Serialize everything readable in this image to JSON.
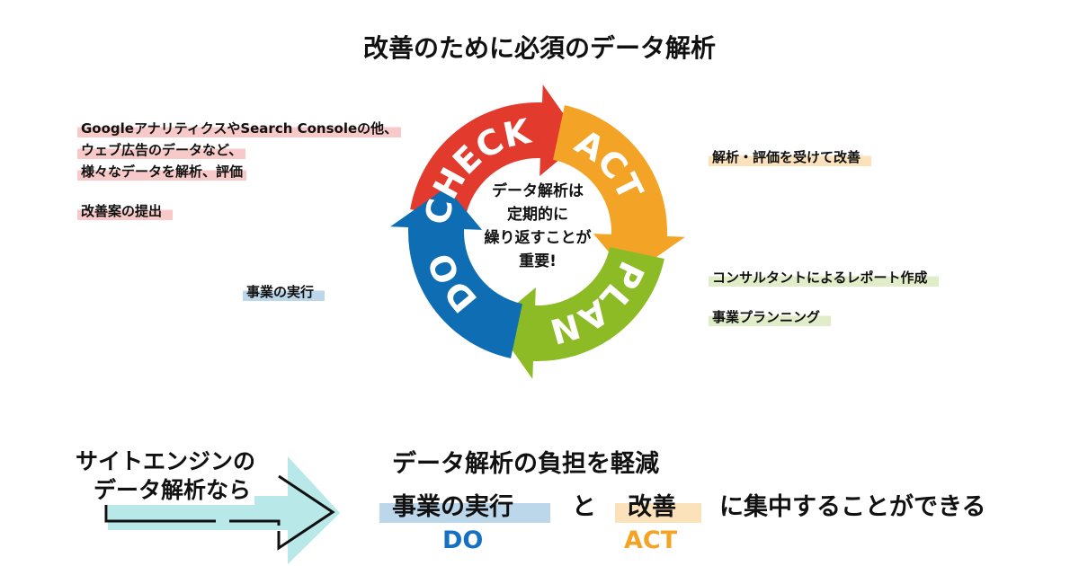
{
  "title": "改善のために必須のデータ解析",
  "cycle": {
    "check": "CHECK",
    "act": "ACT",
    "plan": "PLAN",
    "do": "DO",
    "center": [
      "データ解析は",
      "定期的に",
      "繰り返すことが",
      "重要!"
    ],
    "colors": {
      "check": "#e23a2c",
      "act": "#f3a427",
      "plan": "#8dbb25",
      "do": "#0e6db3"
    }
  },
  "check_notes": [
    "GoogleアナリティクスやSearch Consoleの他、",
    "ウェブ広告のデータなど、",
    "様々なデータを解析、評価",
    "改善案の提出"
  ],
  "act_notes": [
    "解析・評価を受けて改善"
  ],
  "plan_notes": [
    "コンサルタントによるレポート作成",
    "事業プランニング"
  ],
  "do_notes": [
    "事業の実行"
  ],
  "bottom": {
    "left": [
      "サイトエンジンの",
      "データ解析なら"
    ],
    "headline": "データ解析の負担を軽減",
    "item1": "事業の実行",
    "and": "と",
    "item2": "改善",
    "tail": "に集中することができる",
    "label1": "DO",
    "label2": "ACT"
  }
}
